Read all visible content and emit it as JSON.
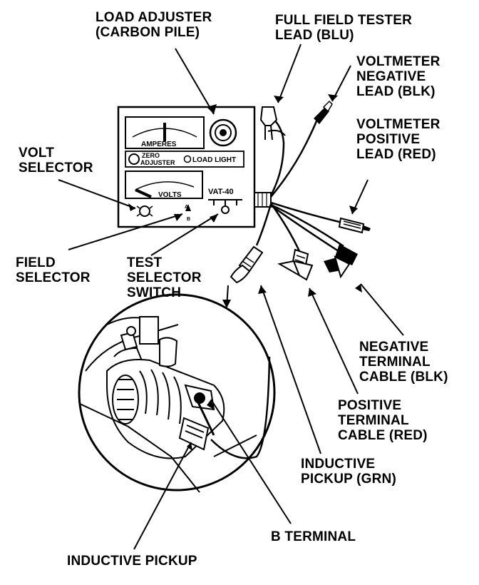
{
  "callouts": {
    "load_adjuster": [
      "LOAD ADJUSTER",
      "(CARBON PILE)"
    ],
    "full_field_tester": [
      "FULL FIELD TESTER",
      "LEAD (BLU)"
    ],
    "voltmeter_negative": [
      "VOLTMETER",
      "NEGATIVE",
      "LEAD (BLK)"
    ],
    "voltmeter_positive": [
      "VOLTMETER",
      "POSITIVE",
      "LEAD (RED)"
    ],
    "volt_selector": [
      "VOLT",
      "SELECTOR"
    ],
    "field_selector": [
      "FIELD",
      "SELECTOR"
    ],
    "test_selector": [
      "TEST",
      "SELECTOR",
      "SWITCH"
    ],
    "negative_terminal": [
      "NEGATIVE",
      "TERMINAL",
      "CABLE (BLK)"
    ],
    "positive_terminal": [
      "POSITIVE",
      "TERMINAL",
      "CABLE (RED)"
    ],
    "inductive_pickup_grn": [
      "INDUCTIVE",
      "PICKUP (GRN)"
    ],
    "b_terminal": [
      "B TERMINAL"
    ],
    "inductive_pickup": [
      "INDUCTIVE PICKUP"
    ]
  },
  "tester_panel": {
    "ammeter_label": "AMPERES",
    "zero_adjuster": [
      "ZERO",
      "ADJUSTER"
    ],
    "load_light": "LOAD LIGHT",
    "volts_label": "VOLTS",
    "model": "VAT-40",
    "field_switch_marks": [
      "A",
      "B"
    ]
  }
}
